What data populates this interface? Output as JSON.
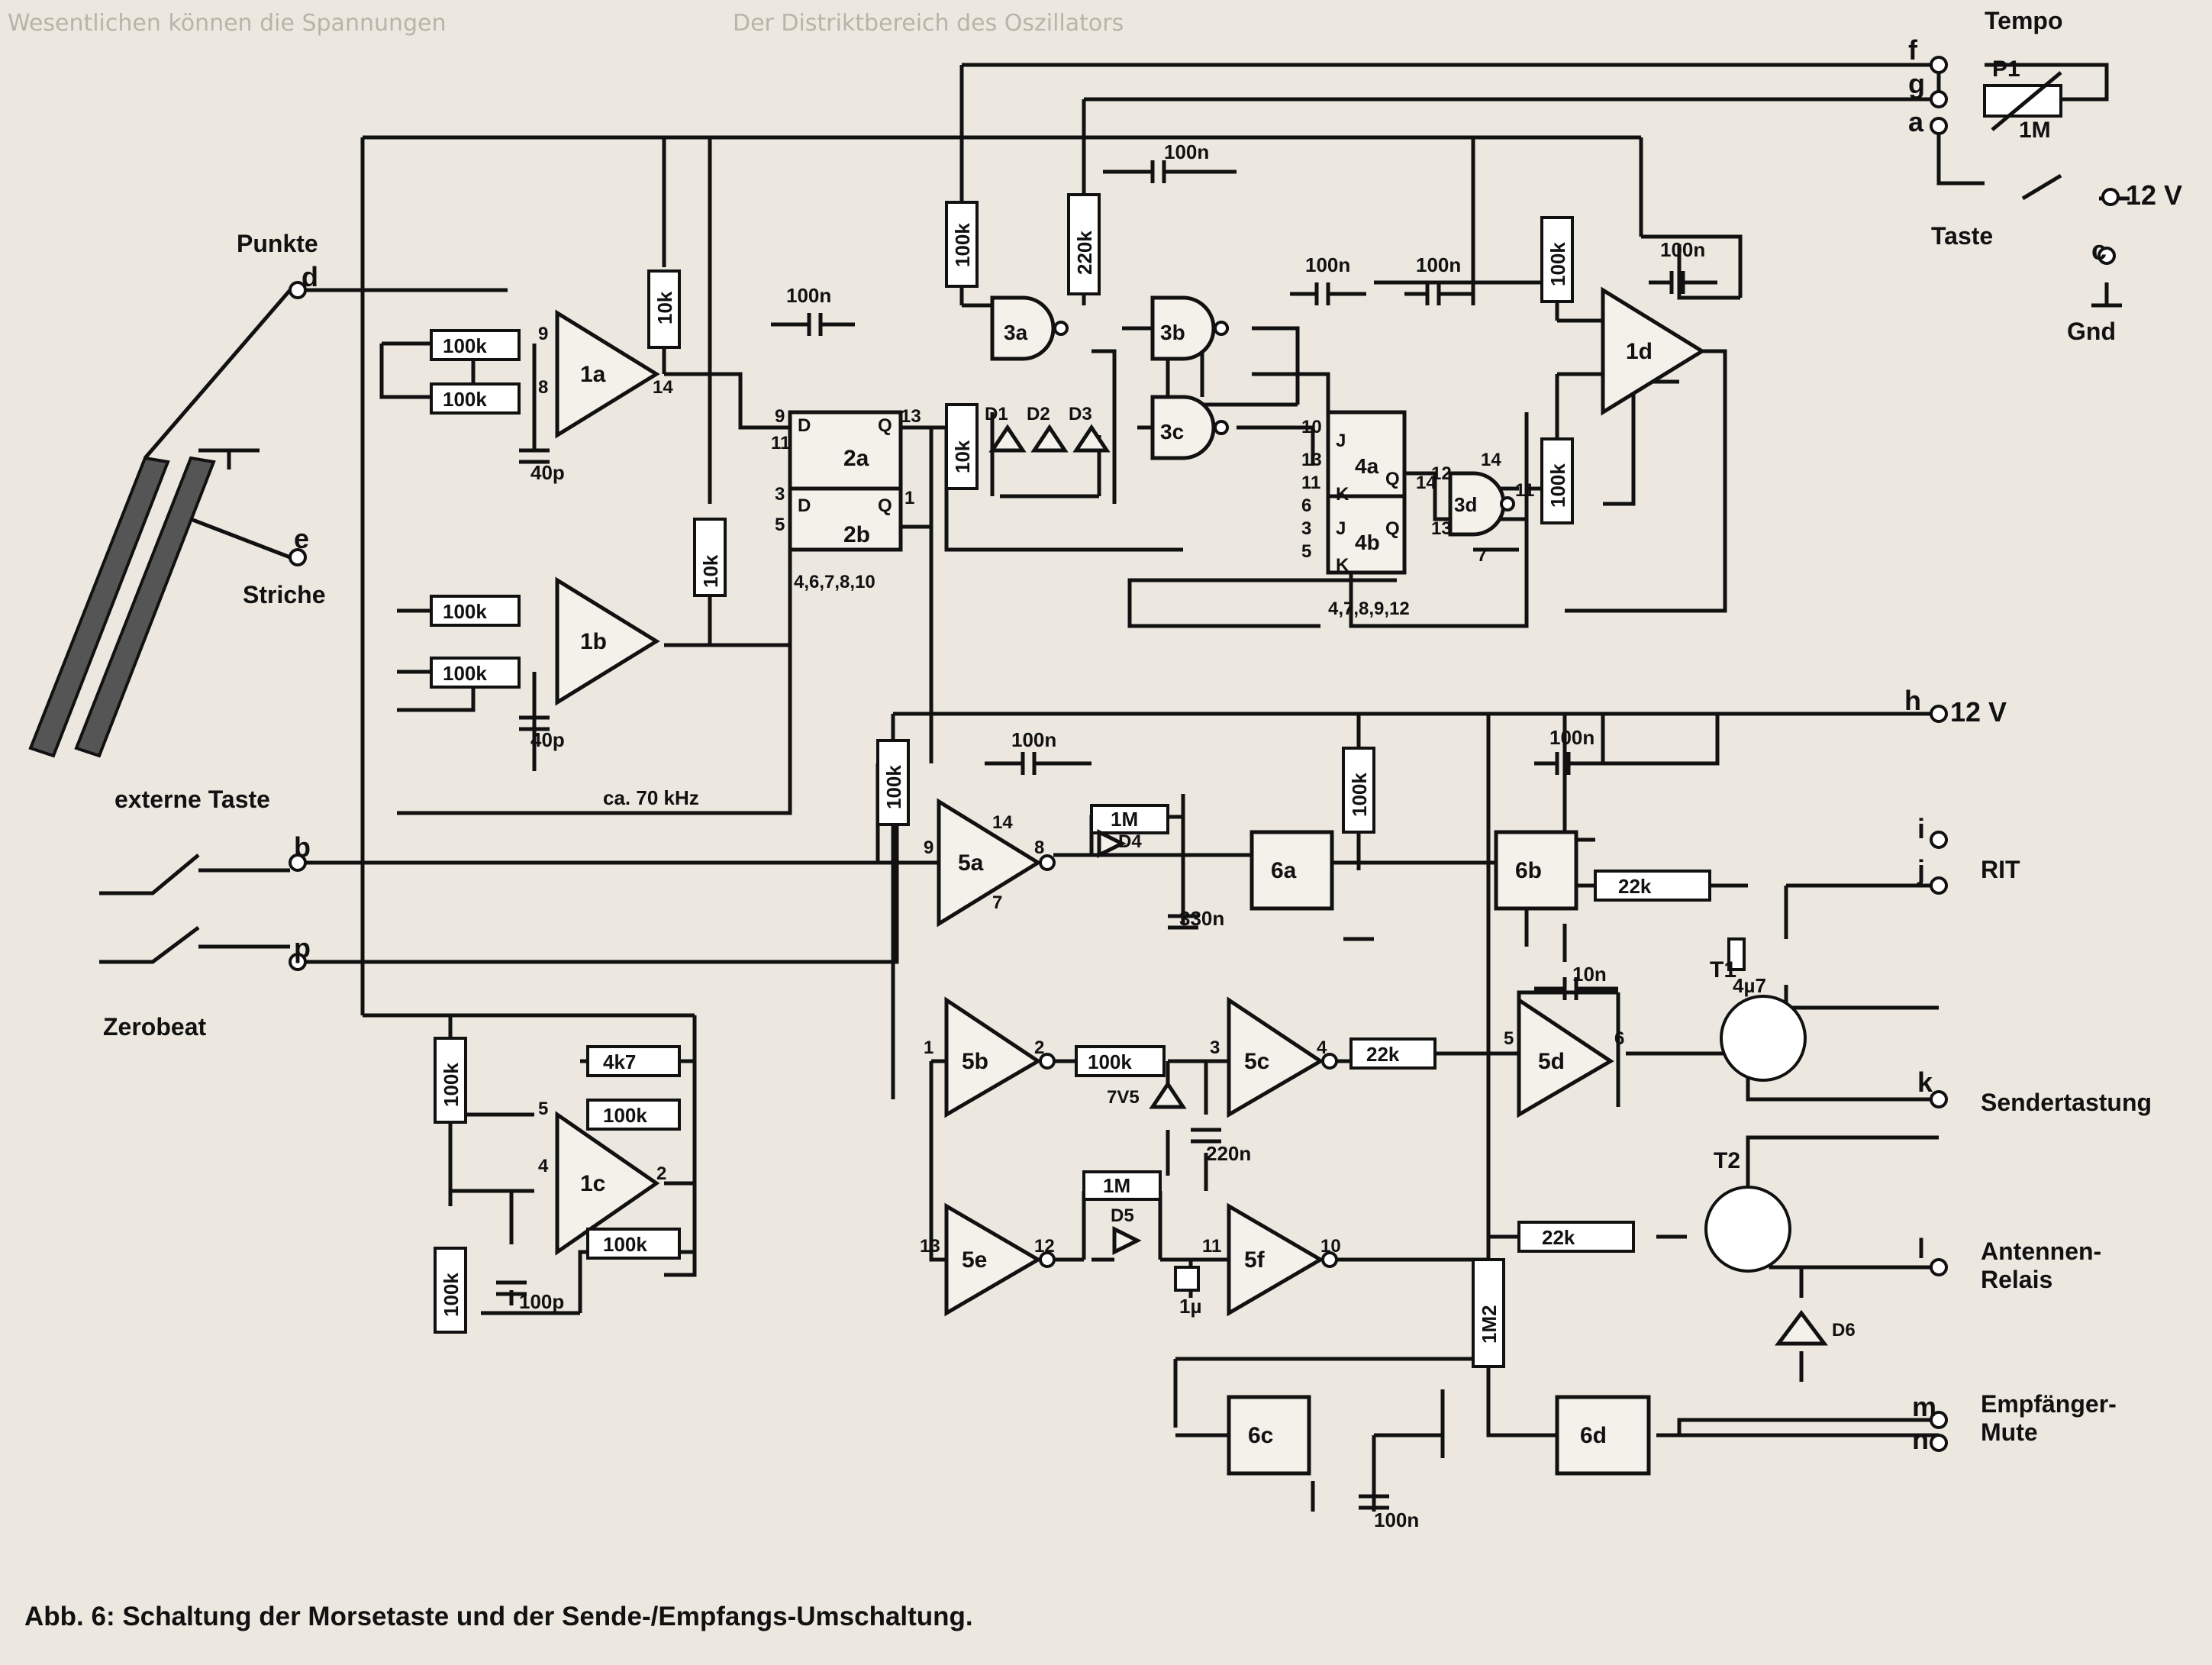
{
  "caption": "Abb. 6: Schaltung der Morsetaste und der Sende-/Empfangs-Umschaltung.",
  "terminals": {
    "tempo": "Tempo",
    "f": "f",
    "g": "g",
    "a": "a",
    "v12a": "12 V",
    "taste": "Taste",
    "c": "c",
    "gnd": "Gnd",
    "punkte": "Punkte",
    "d": "d",
    "striche": "Striche",
    "e": "e",
    "externe_taste": "externe Taste",
    "b": "b",
    "p": "p",
    "zerobeat": "Zerobeat",
    "h": "h",
    "v12b": "12 V",
    "i": "i",
    "j": "j",
    "rit": "RIT",
    "k": "k",
    "sendertastung": "Sendertastung",
    "l": "l",
    "antennen_relais": "Antennen-\nRelais",
    "m": "m",
    "n": "n",
    "empfaenger_mute": "Empfänger-\nMute",
    "ca70": "ca. 70 kHz"
  },
  "components": {
    "ic_1a": "1a",
    "ic_1b": "1b",
    "ic_1c": "1c",
    "ic_1d": "1d",
    "ic_2a": "2a",
    "ic_2b": "2b",
    "ic_3a": "3a",
    "ic_3b": "3b",
    "ic_3c": "3c",
    "ic_3d": "3d",
    "ic_4a": "4a",
    "ic_4b": "4b",
    "ic_5a": "5a",
    "ic_5b": "5b",
    "ic_5c": "5c",
    "ic_5d": "5d",
    "ic_5e": "5e",
    "ic_5f": "5f",
    "ic_6a": "6a",
    "ic_6b": "6b",
    "ic_6c": "6c",
    "ic_6d": "6d",
    "t1": "T1",
    "t2": "T2",
    "p1": "P1",
    "p1_val": "1M",
    "d1": "D1",
    "d2": "D2",
    "d3": "D3",
    "d4": "D4",
    "d5": "D5",
    "d6": "D6",
    "d7v5": "7V5",
    "r100k": "100k",
    "r10k": "10k",
    "r220k": "220k",
    "r4k7": "4k7",
    "r22k": "22k",
    "r1m": "1M",
    "r1m2": "1M2",
    "c100n": "100n",
    "c40p": "40p",
    "c100p": "100p",
    "c330n": "330n",
    "c220n": "220n",
    "c10n": "10n",
    "c4u7": "4µ7",
    "c1u": "1µ",
    "pins_2": "4,6,7,8,10",
    "pins_4": "4,7,8,9,12",
    "pin_d": "D",
    "pin_q": "Q",
    "pin_j": "J",
    "pin_k": "K"
  },
  "pin_numbers": {
    "n1": "1",
    "n2": "2",
    "n3": "3",
    "n4": "4",
    "n5": "5",
    "n6": "6",
    "n7": "7",
    "n8": "8",
    "n9": "9",
    "n10": "10",
    "n11": "11",
    "n12": "12",
    "n13": "13",
    "n14": "14"
  }
}
